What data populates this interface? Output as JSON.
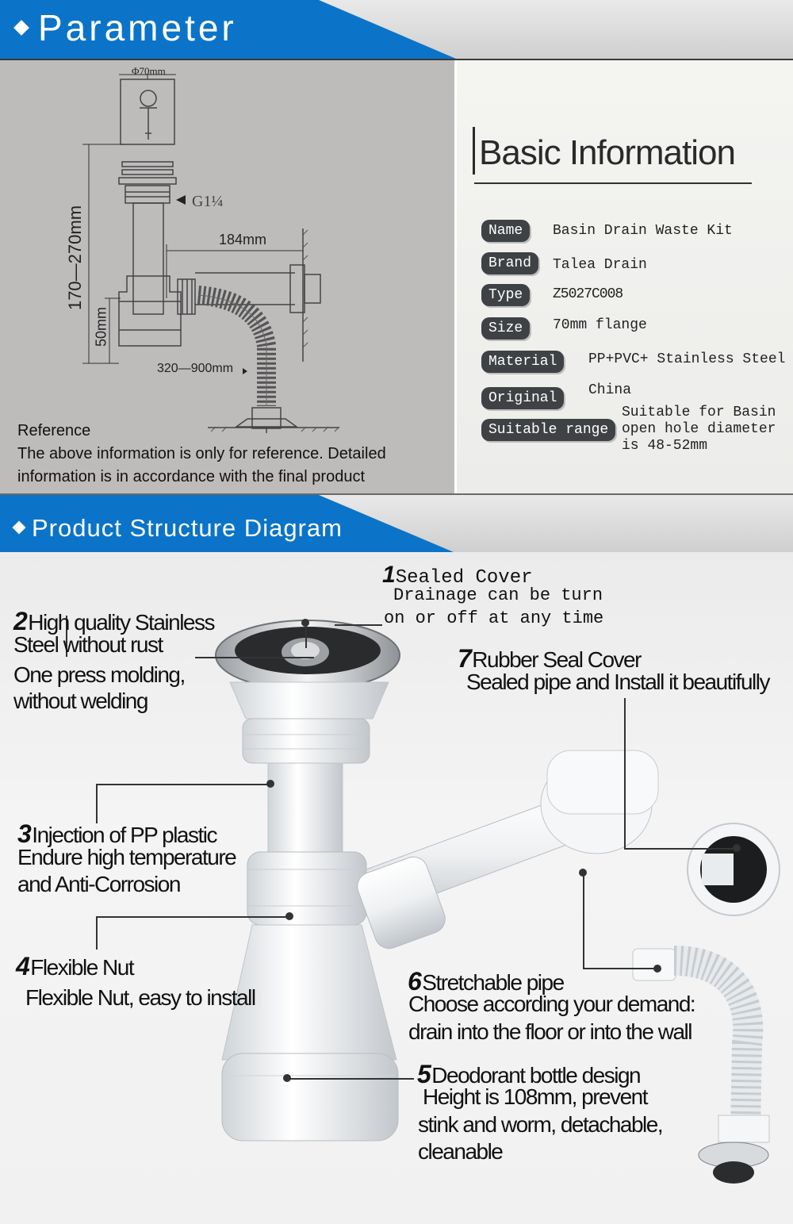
{
  "colors": {
    "banner_blue": "#0b74c8",
    "pill_bg": "#3f4244"
  },
  "parameter": {
    "title": "Parameter",
    "drawing": {
      "diameter": "Φ70mm",
      "thread": "G1¼",
      "h_total": "170—270mm",
      "h_bottom": "50mm",
      "width": "184mm",
      "hose": "320—900mm"
    },
    "reference": {
      "heading": "Reference",
      "line1": "The above information is only for reference. Detailed",
      "line2": "information is in accordance with the final product"
    }
  },
  "basic_info": {
    "title": "Basic Information",
    "rows": [
      {
        "key": "Name",
        "value": "Basin Drain Waste Kit"
      },
      {
        "key": "Brand",
        "value": "Talea Drain"
      },
      {
        "key": "Type",
        "value": "Z5027C008"
      },
      {
        "key": "Size",
        "value": "70mm flange"
      },
      {
        "key": "Material",
        "value": "PP+PVC+ Stainless Steel"
      },
      {
        "key": "Original",
        "value": "China"
      },
      {
        "key": "Suitable range",
        "value_lines": [
          "Suitable for Basin",
          "open hole diameter",
          "is 48-52mm"
        ]
      }
    ]
  },
  "structure": {
    "title": "Product Structure Diagram",
    "labels": {
      "l1": {
        "num": "1",
        "title": "Sealed Cover",
        "lines": [
          "Drainage can be turn",
          "on or off at any time"
        ]
      },
      "l2": {
        "num": "2",
        "title": "High quality Stainless",
        "lines": [
          "Steel without rust",
          "One press molding,",
          "without welding"
        ]
      },
      "l3": {
        "num": "3",
        "title": "Injection of PP plastic",
        "lines": [
          "Endure high temperature",
          "and Anti-Corrosion"
        ]
      },
      "l4": {
        "num": "4",
        "title": "Flexible Nut",
        "lines": [
          "Flexible Nut, easy to install"
        ]
      },
      "l5": {
        "num": "5",
        "title": "Deodorant bottle design",
        "lines": [
          "Height is 108mm, prevent",
          "stink and worm, detachable,",
          "cleanable"
        ]
      },
      "l6": {
        "num": "6",
        "title": "Stretchable pipe",
        "lines": [
          "Choose according your demand:",
          "drain into the floor or into the wall"
        ]
      },
      "l7": {
        "num": "7",
        "title": "Rubber Seal Cover",
        "lines": [
          "Sealed pipe and Install it beautifully"
        ]
      }
    }
  }
}
